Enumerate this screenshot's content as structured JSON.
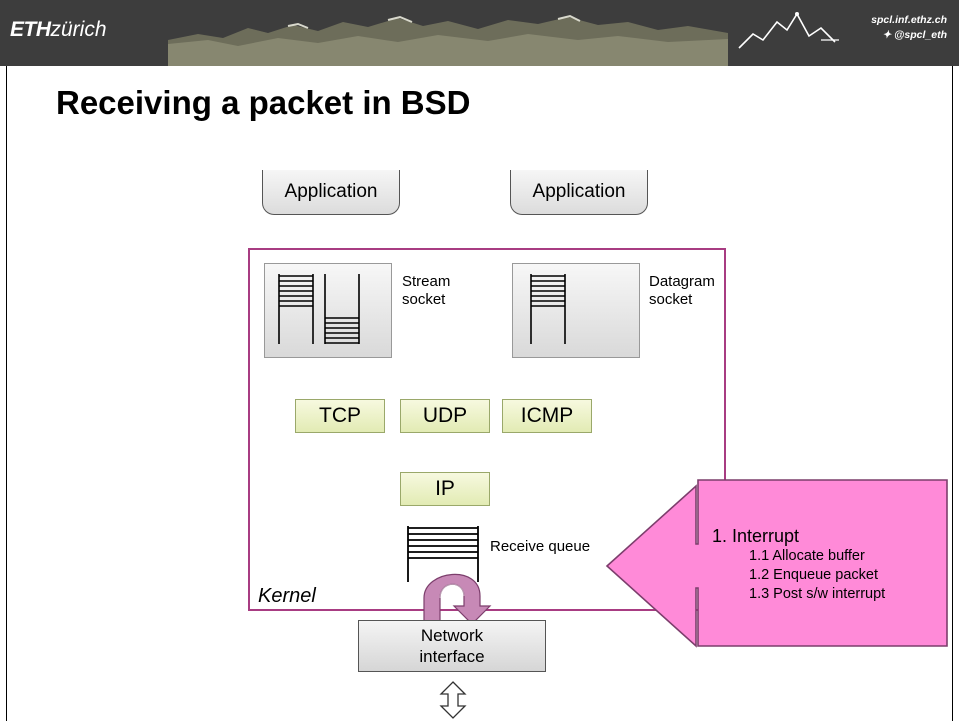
{
  "header": {
    "logo_bold": "ETH",
    "logo_rest": "zürich",
    "url": "spcl.inf.ethz.ch",
    "handle": "@spcl_eth"
  },
  "title": "Receiving a packet in BSD",
  "apps": [
    "Application",
    "Application"
  ],
  "sockets": {
    "stream_line1": "Stream",
    "stream_line2": "socket",
    "datagram_line1": "Datagram",
    "datagram_line2": "socket"
  },
  "protocols": [
    "TCP",
    "UDP",
    "ICMP",
    "IP"
  ],
  "receive_queue": "Receive queue",
  "kernel": "Kernel",
  "nic_line1": "Network",
  "nic_line2": "interface",
  "callout": {
    "main": "1.   Interrupt",
    "steps": [
      "1.1 Allocate buffer",
      "1.2 Enqueue packet",
      "1.3 Post s/w interrupt"
    ]
  },
  "colors": {
    "kernel_border": "#a83c82",
    "callout_fill": "#ff8ad8",
    "protocol_fill": "#eef3c8",
    "header_bg": "#3d3d3d"
  }
}
